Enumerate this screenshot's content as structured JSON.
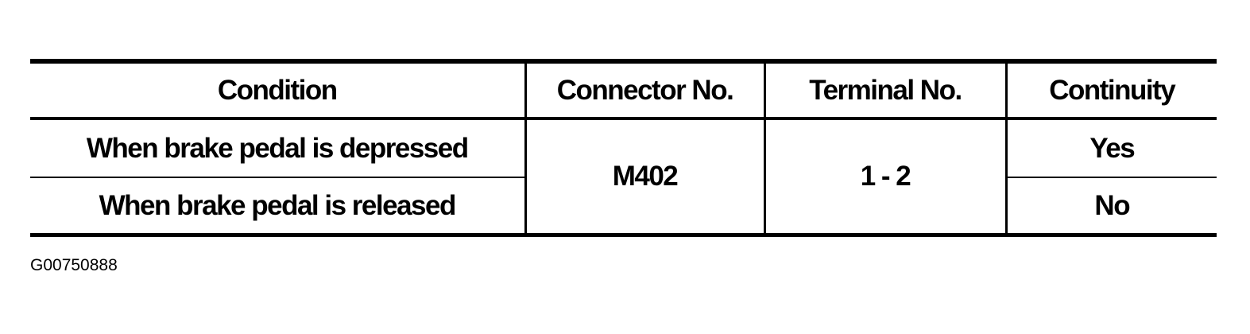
{
  "table": {
    "headers": [
      "Condition",
      "Connector No.",
      "Terminal No.",
      "Continuity"
    ],
    "rows": [
      {
        "condition": "When brake pedal is depressed",
        "continuity": "Yes"
      },
      {
        "condition": "When brake pedal is released",
        "continuity": "No"
      }
    ],
    "connector_no": "M402",
    "terminal_no": "1 - 2"
  },
  "figure_code": "G00750888"
}
